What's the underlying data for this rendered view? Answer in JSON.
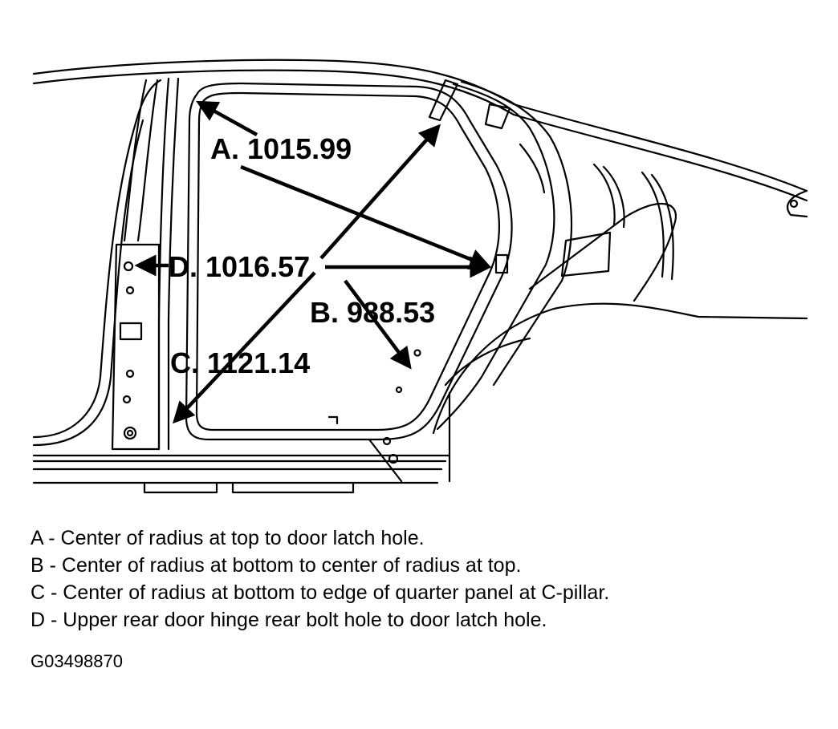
{
  "measurements": {
    "A": "A. 1015.99",
    "B": "B. 988.53",
    "C": "C. 1121.14",
    "D": "D. 1016.57"
  },
  "legend": [
    "A - Center of radius at top to door latch hole.",
    "B - Center of radius at bottom to center of radius at top.",
    "C - Center of radius at bottom to edge of quarter panel at C-pillar.",
    "D - Upper rear door hinge rear bolt hole to door latch hole."
  ],
  "figure_id": "G03498870"
}
